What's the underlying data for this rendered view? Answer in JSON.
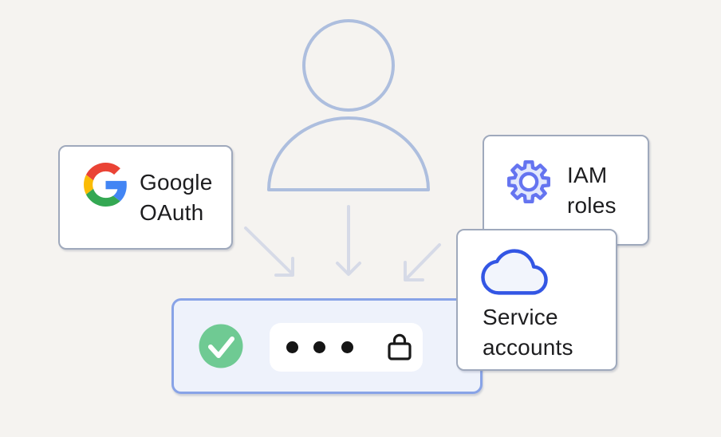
{
  "person": {
    "icon": "user-icon"
  },
  "cards": {
    "google_oauth": {
      "icon": "google-g-icon",
      "lines": [
        "Google",
        "OAuth"
      ]
    },
    "iam_roles": {
      "icon": "gear-icon",
      "lines": [
        "IAM",
        "roles"
      ]
    },
    "service_accounts": {
      "icon": "cloud-icon",
      "lines": [
        "Service",
        "accounts"
      ]
    }
  },
  "credential_bar": {
    "status_icon": "check-circle-icon",
    "password_dot_count": 3,
    "trailing_icon": "lock-icon"
  },
  "brand": {
    "google_red": "#EA4335",
    "google_blue": "#4285F4",
    "google_yellow": "#FBBC05",
    "google_green": "#34A853"
  },
  "colors": {
    "person_stroke": "#adbede",
    "arrow": "#d6dae7",
    "gear_stroke": "#6574f0",
    "gear_fill": "#e3e8fc",
    "cloud_stroke": "#3356e4",
    "cloud_fill": "#f2f5fc",
    "check_green": "#6fca93",
    "lock": "#1a1a1a"
  }
}
